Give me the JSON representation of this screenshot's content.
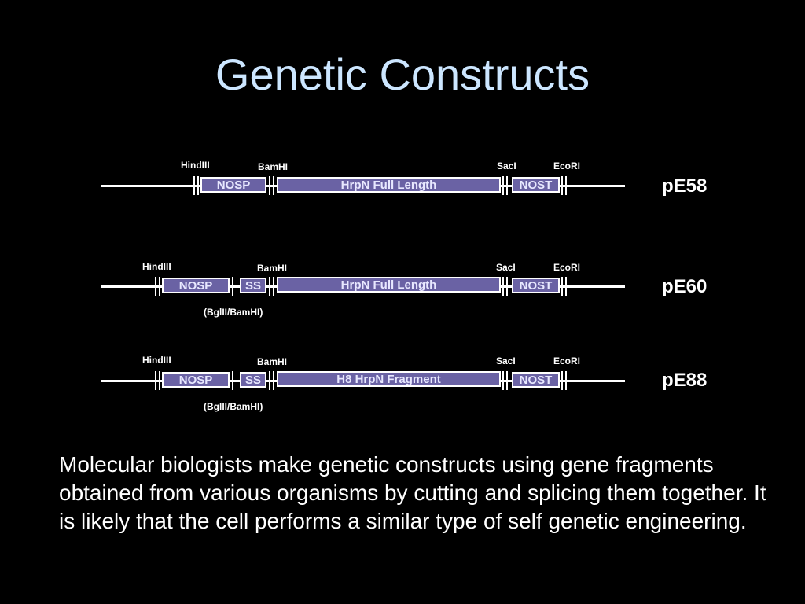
{
  "title": "Genetic Constructs",
  "colors": {
    "background": "#000000",
    "title": "#cce6ff",
    "box_fill": "#6a62a4",
    "line": "#ffffff"
  },
  "constructs": [
    {
      "name": "pE58",
      "sites": [
        "HindIII",
        "BamHI",
        "SacI",
        "EcoRI"
      ],
      "segments": [
        "NOSP",
        "HrpN Full Length",
        "NOST"
      ],
      "note": ""
    },
    {
      "name": "pE60",
      "sites": [
        "HindIII",
        "BamHI",
        "SacI",
        "EcoRI"
      ],
      "segments": [
        "NOSP",
        "SS",
        "HrpN Full Length",
        "NOST"
      ],
      "note": "(BglII/BamHI)"
    },
    {
      "name": "pE88",
      "sites": [
        "HindIII",
        "BamHI",
        "SacI",
        "EcoRI"
      ],
      "segments": [
        "NOSP",
        "SS",
        "H8 HrpN Fragment",
        "NOST"
      ],
      "note": "(BglII/BamHI)"
    }
  ],
  "body_text": "Molecular biologists make genetic constructs using gene fragments obtained from various organisms by cutting and splicing them together. It is likely that the cell performs a similar type of self genetic engineering."
}
